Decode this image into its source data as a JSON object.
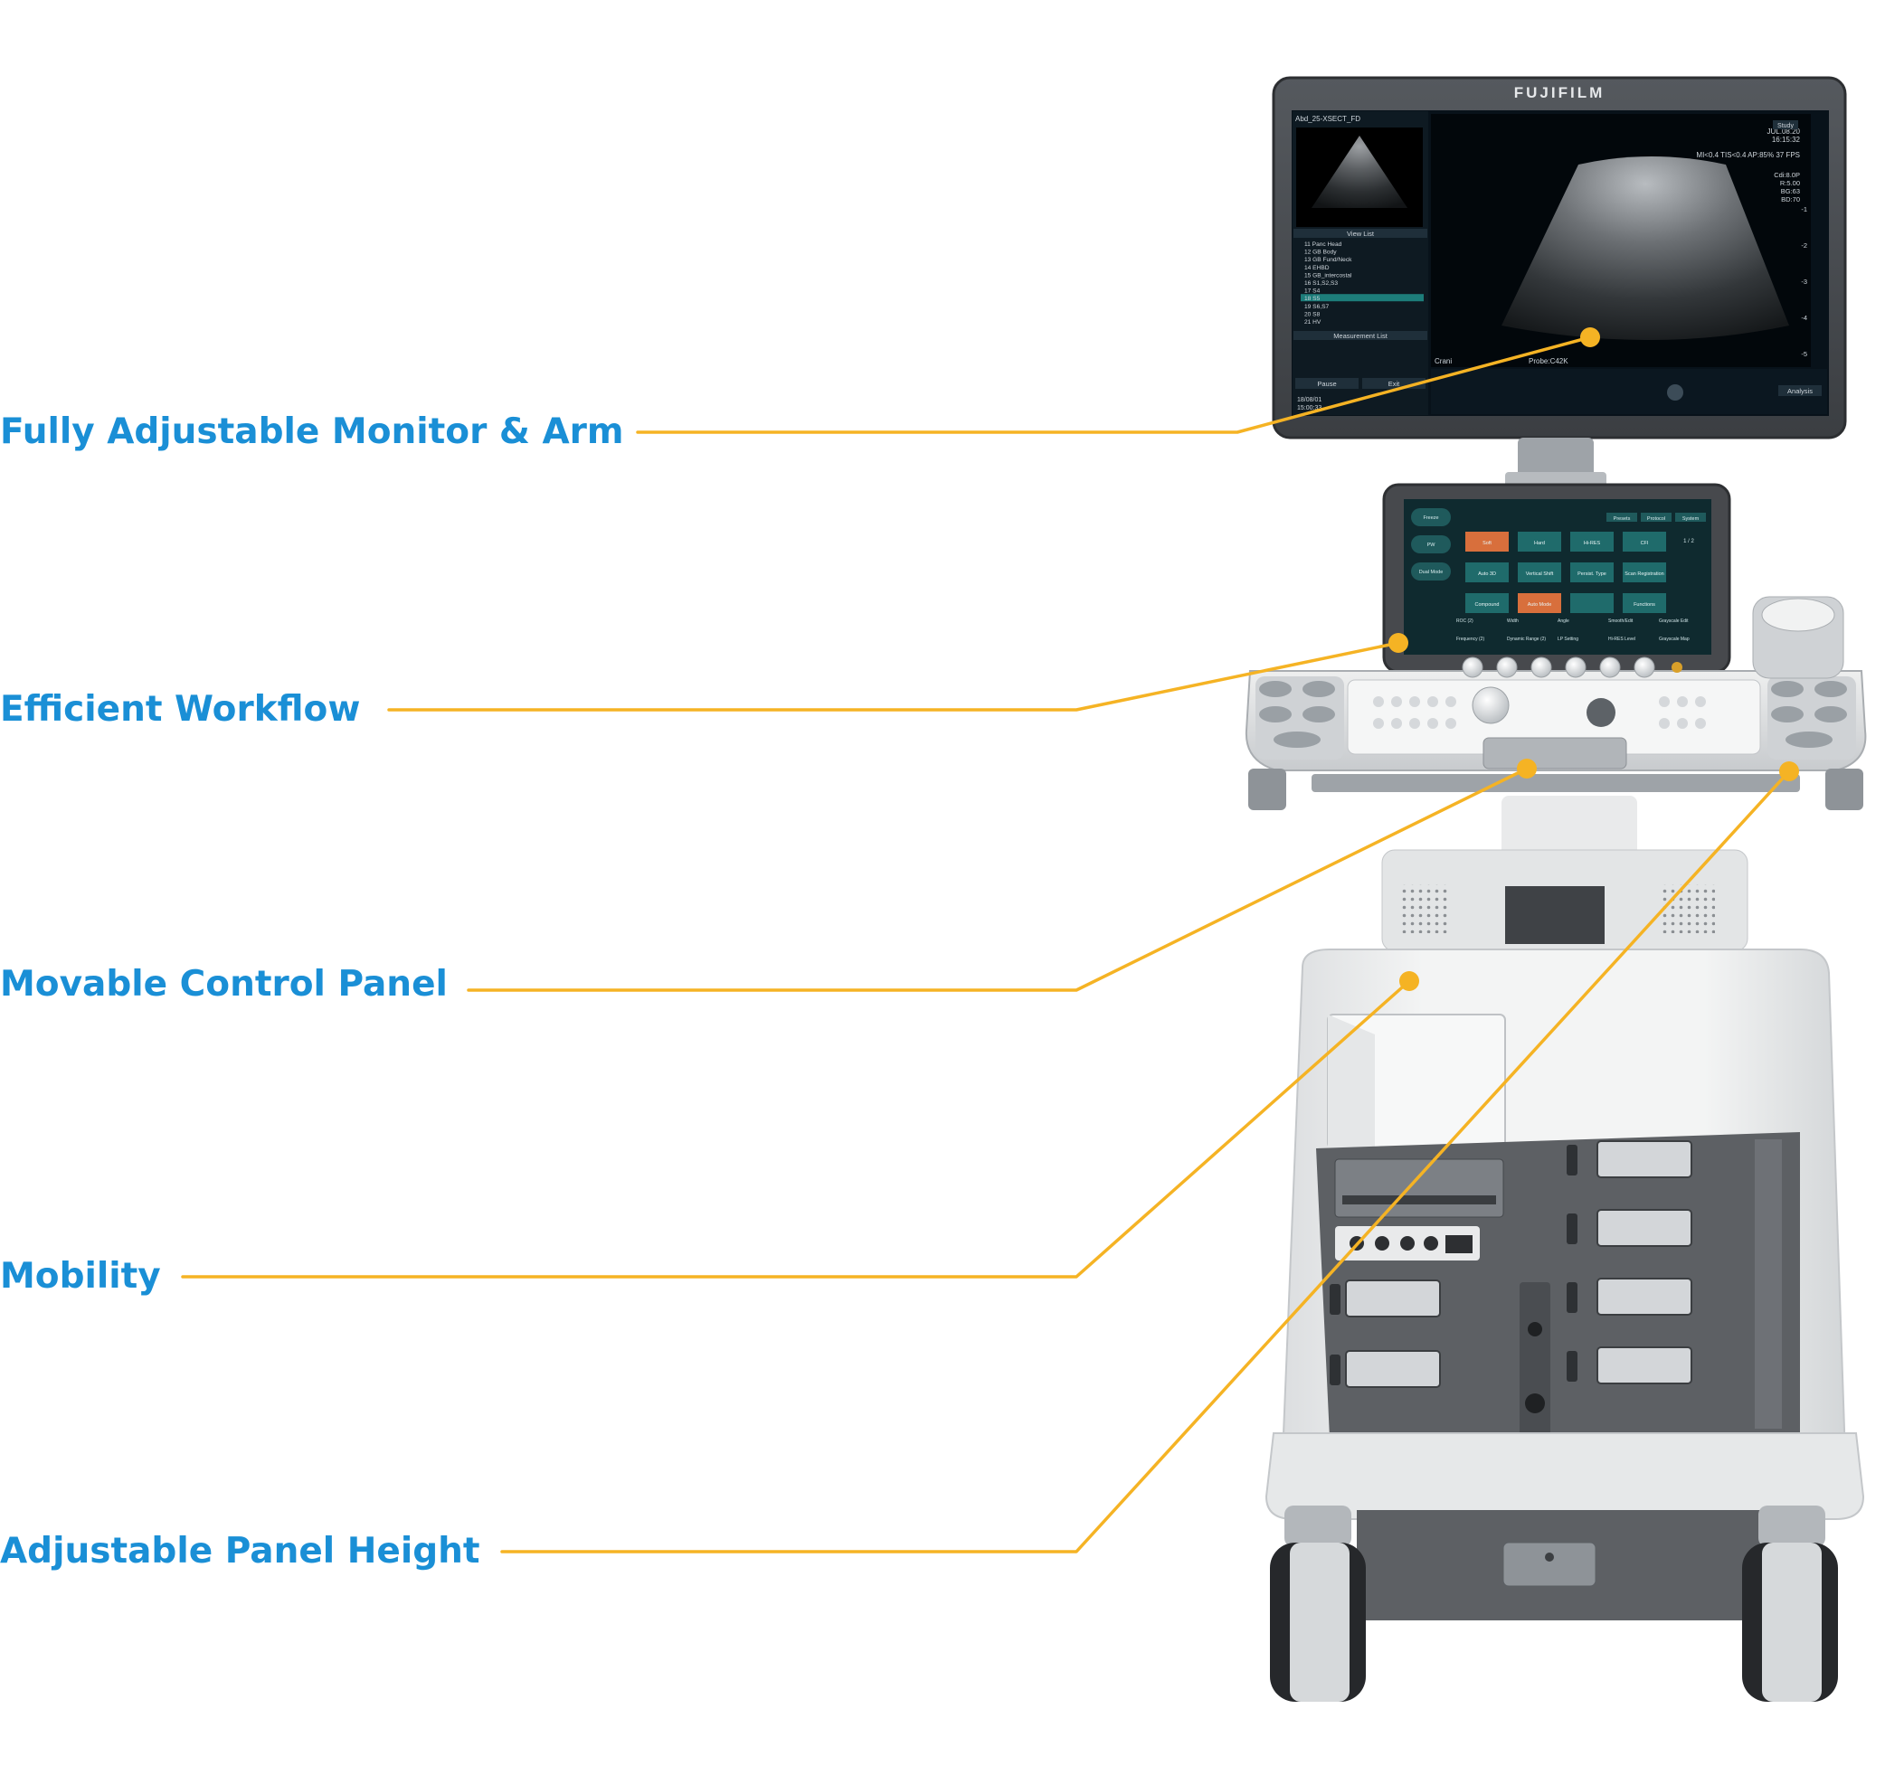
{
  "brand": {
    "logo_text": "FUJIFILM"
  },
  "colors": {
    "label": "#1a8fd6",
    "leader": "#f5b324",
    "body_light": "#eceded",
    "body_grey": "#b9bcbf",
    "panel_dark": "#5d6064",
    "screen_bg": "#08121a"
  },
  "callouts": [
    {
      "id": "monitor",
      "label": "Fully Adjustable Monitor & Arm"
    },
    {
      "id": "workflow",
      "label": "Efficient Workflow"
    },
    {
      "id": "panel",
      "label": "Movable Control Panel"
    },
    {
      "id": "mobility",
      "label": "Mobility"
    },
    {
      "id": "height",
      "label": "Adjustable Panel Height"
    }
  ],
  "monitor_screen": {
    "exam_title": "Abd_25-XSECT_FD",
    "datetime": [
      "JUL.08.20",
      "16:15:32"
    ],
    "study_button": "Study",
    "params_line": "MI<0.4  TIS<0.4  AP:85%  37 FPS",
    "right_params": [
      "Cdi:8.0P",
      "R:5.00",
      "BG:63",
      "BD:70"
    ],
    "depth_ticks": [
      "-1",
      "-2",
      "-3",
      "-4",
      "-5"
    ],
    "view_list_title": "View List",
    "view_list": [
      "11  Panc Head",
      "12  GB Body",
      "13  GB Fund/Neck",
      "14  EHBD",
      "15  GB_intercostal",
      "16  S1,S2,S3",
      "17  S4",
      "18  S5",
      "19  S6,S7",
      "20  S8",
      "21  HV"
    ],
    "selected_view_index": 7,
    "measurement_list_title": "Measurement List",
    "pause_button": "Pause",
    "exit_button": "Exit",
    "clip_time": [
      "18/08/01",
      "15:00:33"
    ],
    "orientation_label": "Crani",
    "probe_label": "Probe:C42K",
    "analysis_button": "Analysis"
  },
  "touch_panel": {
    "left_buttons": [
      "Freeze",
      "PW",
      "Dual Mode"
    ],
    "top_tabs": [
      "Presets",
      "Protocol",
      "System"
    ],
    "page_indicator": "1 / 2",
    "grid": [
      "Soft",
      "Hard",
      "Hi-RES",
      "CFI",
      "Auto 3D",
      "Vertical Shift",
      "Persist. Type",
      "Scan Registration",
      "Compound",
      "Auto Mode",
      "",
      "Functions"
    ],
    "grid_highlight": [
      0,
      9
    ],
    "sliders": [
      "ROC (2)",
      "Width",
      "Angle",
      "Smooth/Edit",
      "Grayscale Edit"
    ],
    "sliders_row2": [
      "Frequency (2)",
      "Dynamic Range (2)",
      "LP Setting",
      "Hi-RES Level",
      "Grayscale Map"
    ]
  }
}
